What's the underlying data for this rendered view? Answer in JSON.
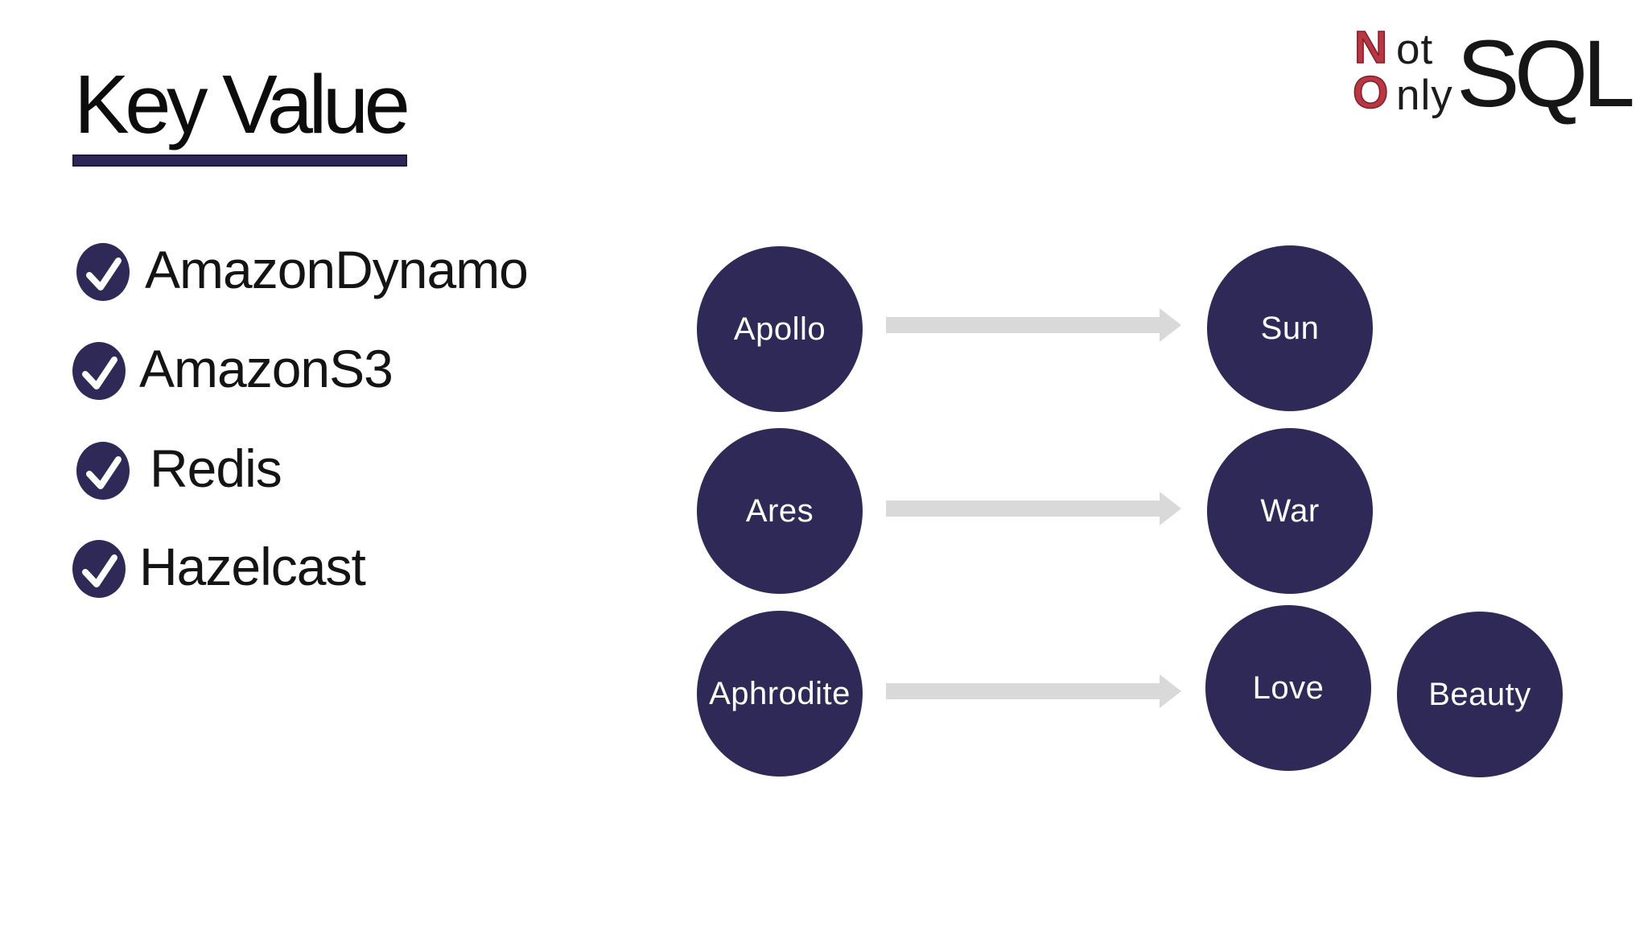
{
  "slide": {
    "title": "Key Value",
    "checklist": [
      {
        "label": "AmazonDynamo",
        "checked": true
      },
      {
        "label": "AmazonS3",
        "checked": true
      },
      {
        "label": "Redis",
        "checked": true
      },
      {
        "label": "Hazelcast",
        "checked": true
      }
    ],
    "logo": {
      "word1_initial": "N",
      "word1_rest": "ot",
      "word2_initial": "O",
      "word2_rest": "nly",
      "suffix": "SQL"
    },
    "mappings": [
      {
        "key": "Apollo",
        "values": [
          "Sun"
        ]
      },
      {
        "key": "Ares",
        "values": [
          "War"
        ]
      },
      {
        "key": "Aphrodite",
        "values": [
          "Love",
          "Beauty"
        ]
      }
    ],
    "colors": {
      "navy": "#2e2957",
      "underline": "#2c2754",
      "arrow": "#d9d9d9",
      "logo-red": "#b93742",
      "logo-red-edge": "#7d1f29",
      "ink": "#111111"
    }
  }
}
